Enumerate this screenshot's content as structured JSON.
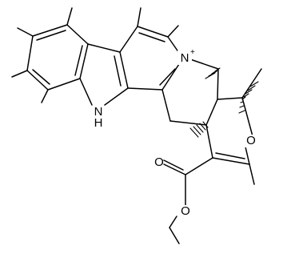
{
  "molecule": {
    "atoms": {
      "indole_nh": "N",
      "indole_h": "H",
      "pyridinium_n": "N",
      "pyridinium_charge": "+",
      "ring_oxygen": "O",
      "ester_oxygen_carbonyl": "O",
      "ester_oxygen_methoxy": "O"
    }
  }
}
